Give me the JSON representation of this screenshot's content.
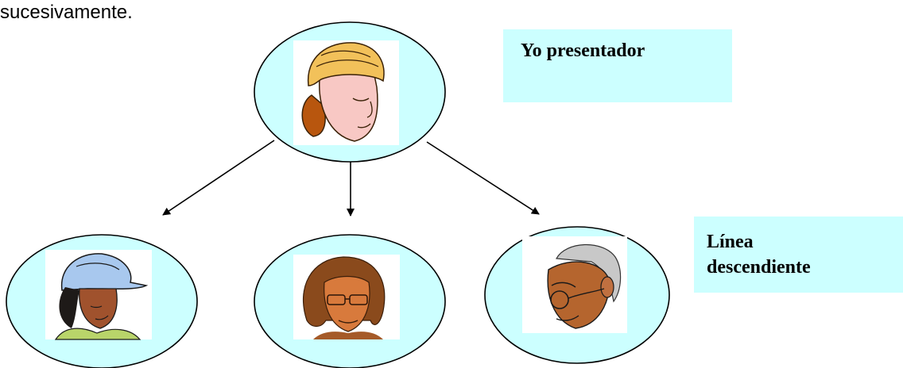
{
  "intro_text": "sucesivamente.",
  "diagram": {
    "nodes": [
      {
        "id": "presenter",
        "icon": "woman-with-cap-icon"
      },
      {
        "id": "child-left",
        "icon": "woman-with-sun-hat-icon"
      },
      {
        "id": "child-center",
        "icon": "woman-with-glasses-icon"
      },
      {
        "id": "child-right",
        "icon": "elderly-man-with-glasses-icon"
      }
    ],
    "edges": [
      {
        "from": "presenter",
        "to": "child-left"
      },
      {
        "from": "presenter",
        "to": "child-center"
      },
      {
        "from": "presenter",
        "to": "child-right"
      }
    ],
    "labels": {
      "presenter": "Yo  presentador",
      "descendant_line": [
        "Línea",
        "descendiente"
      ]
    }
  },
  "colors": {
    "node_fill": "#ccffff",
    "label_fill": "#ccffff",
    "outline": "#000000"
  }
}
